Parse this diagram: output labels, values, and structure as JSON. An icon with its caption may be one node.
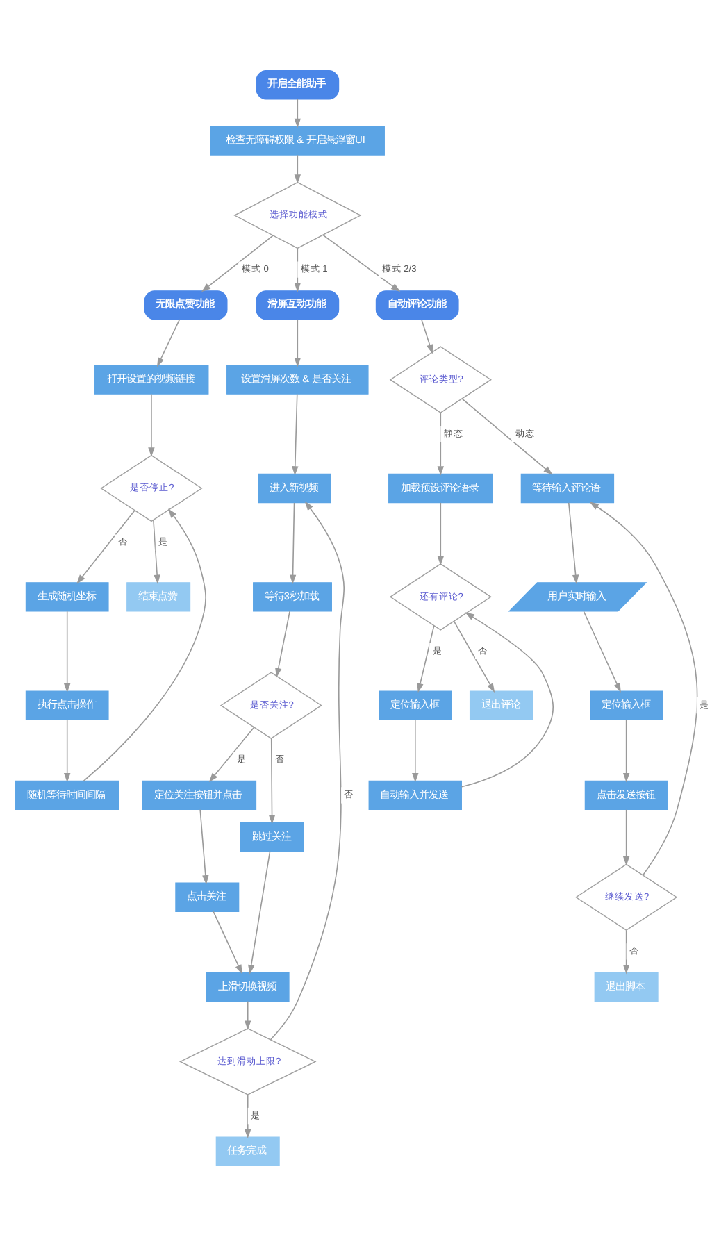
{
  "diagram": {
    "nodes": [
      {
        "text": [
          "开启全能助手"
        ]
      },
      {
        "text": [
          "检查无障碍权限 & 开启悬浮窗UI"
        ]
      },
      {
        "text": [
          "选择功能模式"
        ]
      },
      {
        "text": [
          "无限点赞功能"
        ]
      },
      {
        "text": [
          "滑屏互动功能"
        ]
      },
      {
        "text": [
          "自动评论功能"
        ]
      },
      {
        "text": [
          "打开设置的视频链接"
        ]
      },
      {
        "text": [
          "是否停止?"
        ]
      },
      {
        "text": [
          "生成随机坐标"
        ]
      },
      {
        "text": [
          "结束点赞"
        ]
      },
      {
        "text": [
          "执行点击操作"
        ]
      },
      {
        "text": [
          "随机等待时间间隔"
        ]
      },
      {
        "text": [
          "设置滑屏次数 & 是否关注"
        ]
      },
      {
        "text": [
          "进入新视频"
        ]
      },
      {
        "text": [
          "等待3秒加载"
        ]
      },
      {
        "text": [
          "是否关注?"
        ]
      },
      {
        "text": [
          "定位关注按钮并点击"
        ]
      },
      {
        "text": [
          "点击关注"
        ]
      },
      {
        "text": [
          "跳过关注"
        ]
      },
      {
        "text": [
          "上滑切换视频"
        ]
      },
      {
        "text": [
          "达到滑动上限?"
        ]
      },
      {
        "text": [
          "任务完成"
        ]
      },
      {
        "text": [
          "评论类型?"
        ]
      },
      {
        "text": [
          "加载预设评论语录"
        ]
      },
      {
        "text": [
          "还有评论?"
        ]
      },
      {
        "text": [
          "定位输入框"
        ]
      },
      {
        "text": [
          "退出评论"
        ]
      },
      {
        "text": [
          "自动输入并发送"
        ]
      },
      {
        "text": [
          "等待输入评论语"
        ]
      },
      {
        "text": [
          "用户实时输入"
        ]
      },
      {
        "text": [
          "定位输入框"
        ]
      },
      {
        "text": [
          "点击发送按钮"
        ]
      },
      {
        "text": [
          "继续发送?"
        ]
      },
      {
        "text": [
          "退出脚本"
        ]
      }
    ],
    "edges": [
      {
        "from": 0,
        "to": 1,
        "arrow": "to"
      },
      {
        "from": 1,
        "to": 2,
        "arrow": "to"
      },
      {
        "from": 2,
        "to": 3,
        "arrow": "to",
        "label": "模式 0"
      },
      {
        "from": 2,
        "to": 4,
        "arrow": "to",
        "label": "模式 1"
      },
      {
        "from": 2,
        "to": 5,
        "arrow": "to",
        "label": "模式 2/3"
      },
      {
        "from": 3,
        "to": 6,
        "arrow": "to"
      },
      {
        "from": 6,
        "to": 7,
        "arrow": "to"
      },
      {
        "from": 7,
        "to": 8,
        "arrow": "to",
        "label": "否"
      },
      {
        "from": 7,
        "to": 9,
        "arrow": "to",
        "label": "是"
      },
      {
        "from": 8,
        "to": 10,
        "arrow": "to"
      },
      {
        "from": 10,
        "to": 11,
        "arrow": "to"
      },
      {
        "from": 11,
        "to": 7,
        "arrow": "to"
      },
      {
        "from": 4,
        "to": 12,
        "arrow": "to"
      },
      {
        "from": 12,
        "to": 13,
        "arrow": "to"
      },
      {
        "from": 13,
        "to": 14,
        "arrow": "to"
      },
      {
        "from": 14,
        "to": 15,
        "arrow": "to"
      },
      {
        "from": 15,
        "to": 16,
        "arrow": "to",
        "label": "是"
      },
      {
        "from": 15,
        "to": 18,
        "arrow": "to",
        "label": "否"
      },
      {
        "from": 16,
        "to": 17,
        "arrow": "to"
      },
      {
        "from": 17,
        "to": 19,
        "arrow": "to"
      },
      {
        "from": 18,
        "to": 19,
        "arrow": "to"
      },
      {
        "from": 19,
        "to": 20,
        "arrow": "to"
      },
      {
        "from": 20,
        "to": 21,
        "arrow": "to",
        "label": "是"
      },
      {
        "from": 20,
        "to": 13,
        "arrow": "to",
        "label": "否"
      },
      {
        "from": 5,
        "to": 22,
        "arrow": "to"
      },
      {
        "from": 22,
        "to": 23,
        "arrow": "to",
        "label": "静态"
      },
      {
        "from": 22,
        "to": 28,
        "arrow": "to",
        "label": "动态"
      },
      {
        "from": 23,
        "to": 24,
        "arrow": "to"
      },
      {
        "from": 24,
        "to": 25,
        "arrow": "to",
        "label": "是"
      },
      {
        "from": 24,
        "to": 26,
        "arrow": "to",
        "label": "否"
      },
      {
        "from": 25,
        "to": 27,
        "arrow": "to"
      },
      {
        "from": 27,
        "to": 24,
        "arrow": "to"
      },
      {
        "from": 28,
        "to": 29,
        "arrow": "to"
      },
      {
        "from": 29,
        "to": 30,
        "arrow": "to"
      },
      {
        "from": 30,
        "to": 31,
        "arrow": "to"
      },
      {
        "from": 31,
        "to": 32,
        "arrow": "to"
      },
      {
        "from": 32,
        "to": 33,
        "arrow": "to",
        "label": "否"
      },
      {
        "from": 32,
        "to": 28,
        "arrow": "to",
        "label": "是"
      }
    ]
  }
}
